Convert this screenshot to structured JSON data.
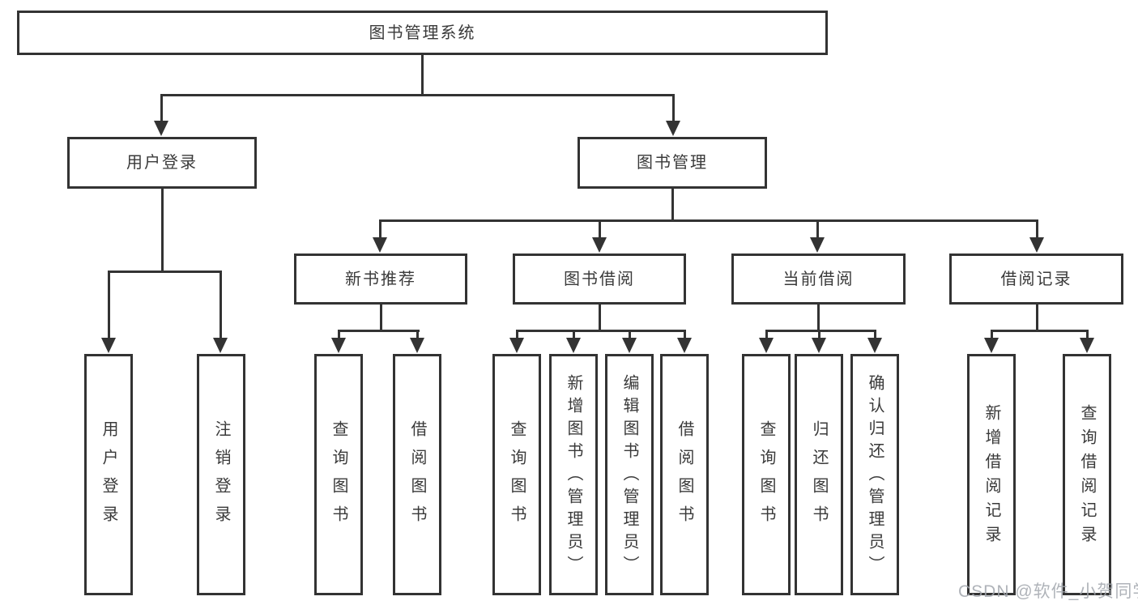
{
  "colors": {
    "line": "#333333",
    "box_border": "#333333",
    "text": "#3a3a3a",
    "background": "#ffffff",
    "watermark_text_color": "#a2a6ad"
  },
  "tree": {
    "root": {
      "label": "图书管理系统"
    },
    "level2": [
      {
        "label": "用户登录",
        "children": [
          {
            "label": "用户登录"
          },
          {
            "label": "注销登录"
          }
        ]
      },
      {
        "label": "图书管理",
        "children": [
          {
            "label": "新书推荐",
            "children": [
              {
                "label": "查询图书"
              },
              {
                "label": "借阅图书"
              }
            ]
          },
          {
            "label": "图书借阅",
            "children": [
              {
                "label": "查询图书"
              },
              {
                "label": "新增图书（管理员）"
              },
              {
                "label": "编辑图书（管理员）"
              },
              {
                "label": "借阅图书"
              }
            ]
          },
          {
            "label": "当前借阅",
            "children": [
              {
                "label": "查询图书"
              },
              {
                "label": "归还图书"
              },
              {
                "label": "确认归还（管理员）"
              }
            ]
          },
          {
            "label": "借阅记录",
            "children": [
              {
                "label": "新增借阅记录"
              },
              {
                "label": "查询借阅记录"
              }
            ]
          }
        ]
      }
    ]
  },
  "watermark": {
    "text": "CSDN @软件_小贺同学"
  }
}
